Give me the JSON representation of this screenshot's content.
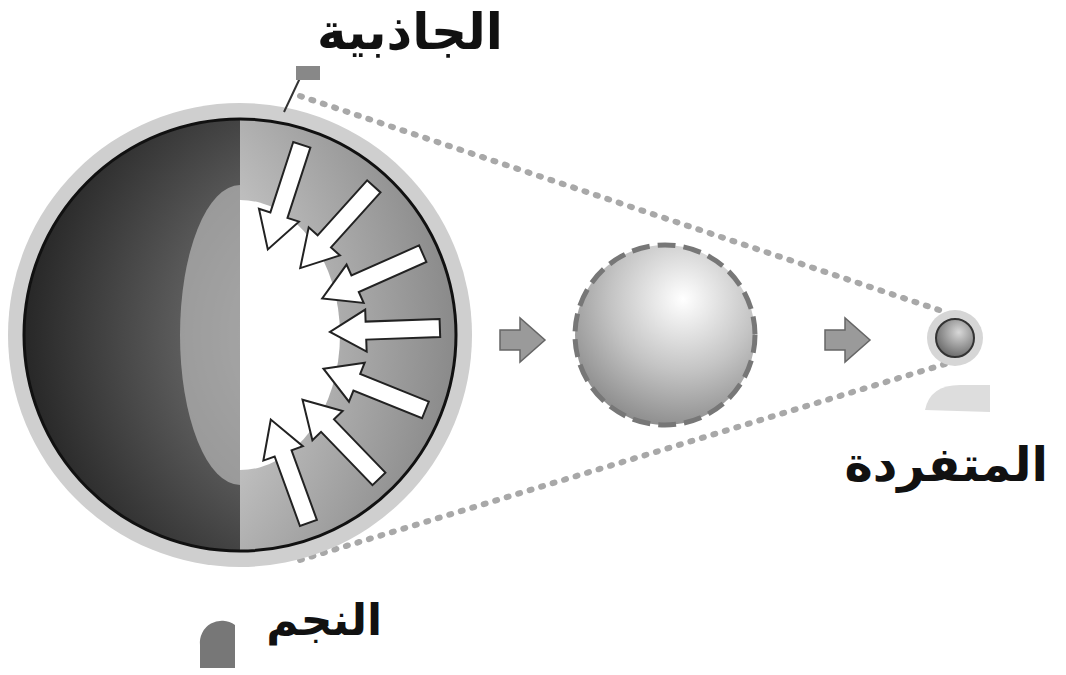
{
  "diagram": {
    "labels": [
      "الجاذبية",
      "النجم",
      "المتفردة"
    ]
  }
}
